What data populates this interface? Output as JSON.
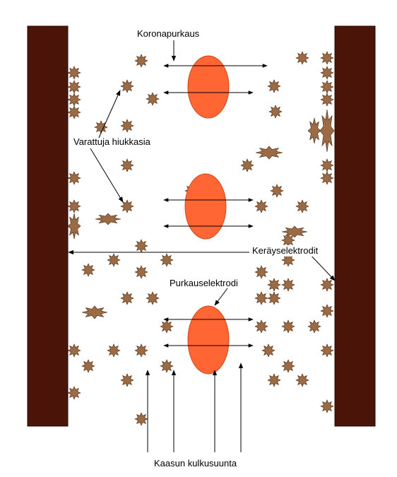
{
  "labels": {
    "corona": "Koronapurkaus",
    "particles": "Varattuja hiukkasia",
    "collectors": "Keräyselektrodit",
    "discharge": "Purkauselektrodi",
    "gas_flow": "Kaasun kulkusuunta"
  },
  "colors": {
    "plate": "#4a1408",
    "electrode": "#ff6633",
    "particle": "#9b6b45",
    "arrow": "#000000"
  }
}
